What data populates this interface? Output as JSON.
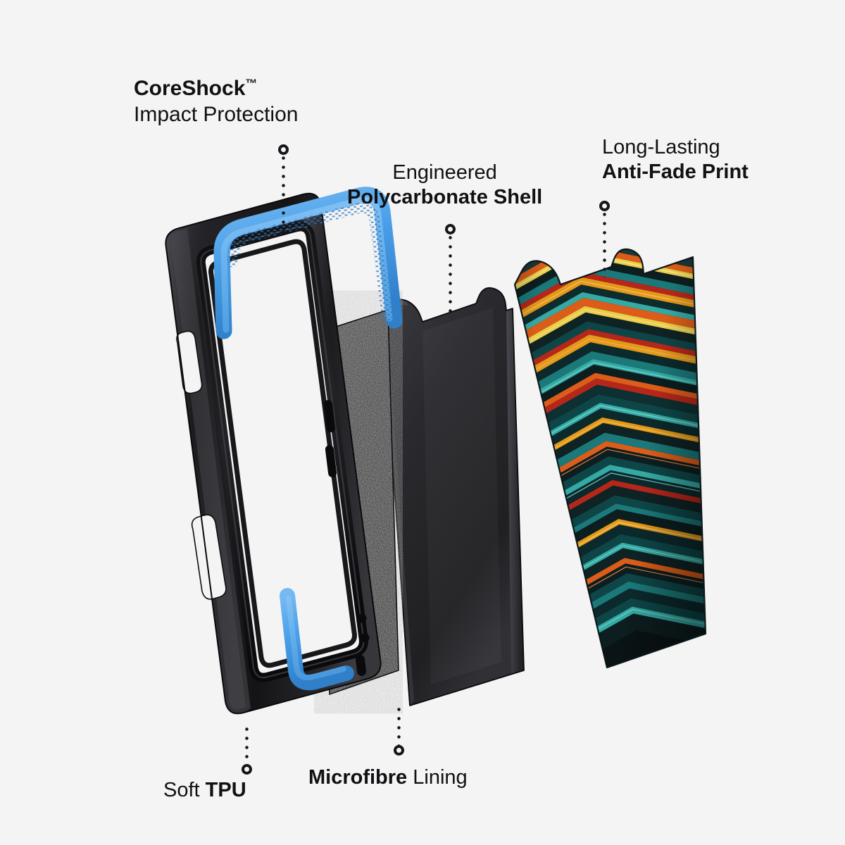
{
  "background_color": "#f4f4f5",
  "text_color": "#111114",
  "accent_blue": "#4a9fe8",
  "callouts": [
    {
      "id": "coreshock",
      "line1_text": "CoreShock",
      "line1_weight": "bold",
      "line1_suffix": "™",
      "line2_text": "Impact Protection",
      "line2_weight": "regular",
      "leader": "down"
    },
    {
      "id": "polycarbonate",
      "line1_text": "Engineered",
      "line1_weight": "regular",
      "line2_text": "Polycarbonate Shell",
      "line2_weight": "bold",
      "leader": "down"
    },
    {
      "id": "antifade",
      "line1_text": "Long-Lasting",
      "line1_weight": "regular",
      "line2_text": "Anti-Fade Print",
      "line2_weight": "bold",
      "leader": "down"
    },
    {
      "id": "tpu",
      "inline_regular": "Soft ",
      "inline_bold": "TPU",
      "leader": "up"
    },
    {
      "id": "microfibre",
      "inline_bold": "Microfibre",
      "inline_regular": " Lining",
      "leader": "up"
    }
  ],
  "product": {
    "description": "Exploded view of a phone case showing four stacked layers",
    "layers": [
      {
        "name": "tpu-bumper-frame",
        "material": "Soft TPU",
        "color": "#1c1c1e"
      },
      {
        "name": "coreshock-insert",
        "material": "CoreShock",
        "color": "#4a9fe8"
      },
      {
        "name": "microfibre-lining",
        "material": "Microfibre",
        "color": "#232326"
      },
      {
        "name": "polycarbonate-shell",
        "material": "Polycarbonate",
        "color": "#2b2b2f"
      },
      {
        "name": "anti-fade-print-layer",
        "material": "Printed back panel",
        "pattern": "chevron"
      }
    ],
    "print_palette": [
      "#0c2b2e",
      "#0f4a4c",
      "#1d7f80",
      "#38b3ad",
      "#f0a11a",
      "#e8621a",
      "#c0291c",
      "#f7d94a",
      "#120f10"
    ]
  }
}
